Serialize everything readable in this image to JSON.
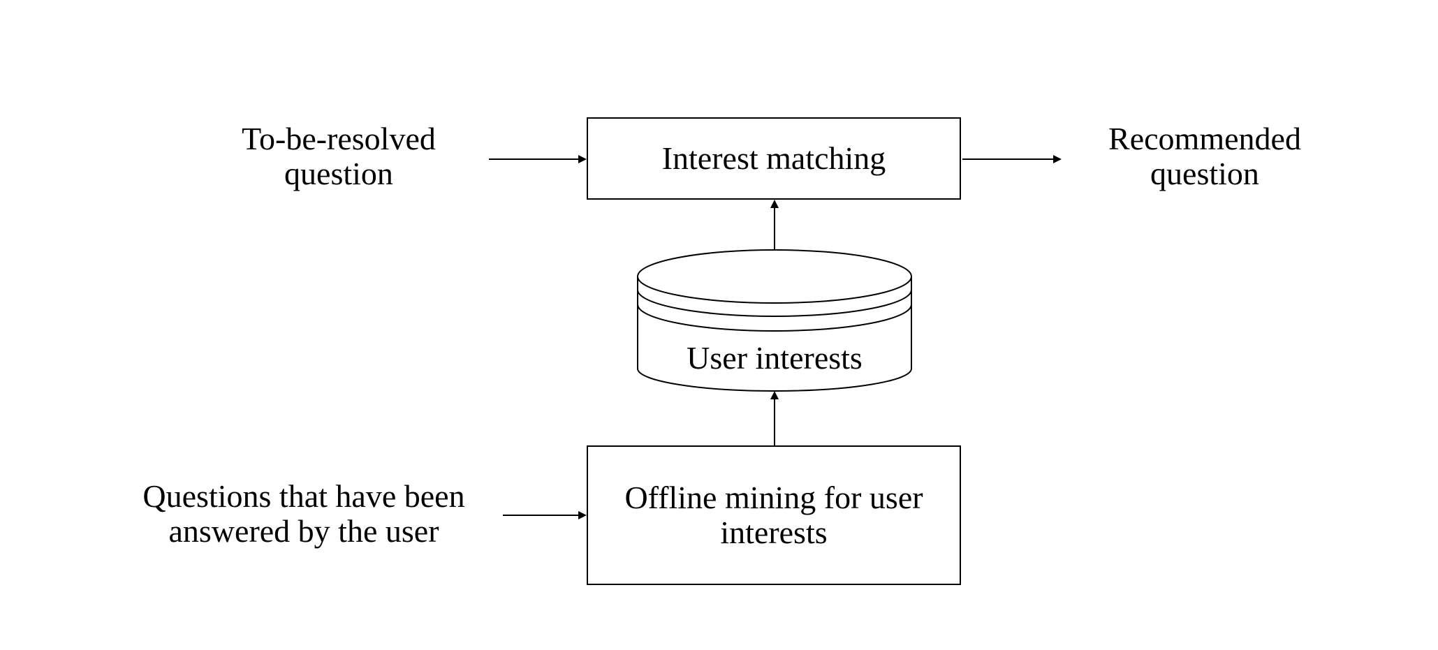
{
  "nodes": {
    "interest_matching": {
      "label": "Interest matching"
    },
    "user_interests": {
      "label": "User interests"
    },
    "offline_mining": {
      "lines": [
        "Offline mining for user",
        "interests"
      ]
    }
  },
  "inputs": {
    "to_be_resolved": {
      "lines": [
        "To-be-resolved",
        "question"
      ]
    },
    "answered_questions": {
      "lines": [
        "Questions that have been",
        "answered by the user"
      ]
    }
  },
  "outputs": {
    "recommended": {
      "lines": [
        "Recommended",
        "question"
      ]
    }
  },
  "colors": {
    "stroke": "#000000",
    "background": "#ffffff"
  }
}
